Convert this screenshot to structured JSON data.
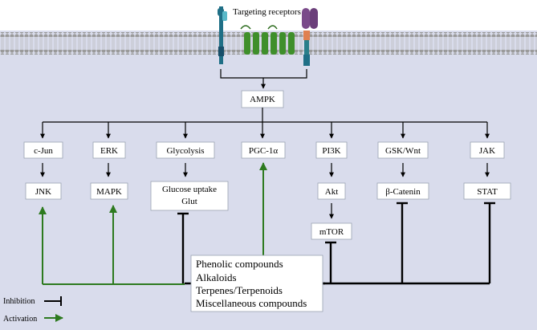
{
  "colors": {
    "background": "#d9dcec",
    "membrane_head": "#9a9a9a",
    "inhibition": "#000000",
    "activation": "#2d7a1f",
    "receptor_green": "#3f8f2b",
    "receptor_teal": "#1f6f86",
    "receptor_purple": "#7a4a8a",
    "receptor_orange": "#e08050"
  },
  "header": {
    "receptor_label": "Targeting receptors"
  },
  "hub": {
    "label": "AMPK"
  },
  "pathways": {
    "cjun": "c-Jun",
    "jnk": "JNK",
    "erk": "ERK",
    "mapk": "MAPK",
    "glycolysis": "Glycolysis",
    "glucose_line1": "Glucose uptake",
    "glucose_line2": "Glut",
    "pgc": "PGC-1α",
    "pi3k": "PI3K",
    "akt": "Akt",
    "mtor": "mTOR",
    "gsk": "GSK/Wnt",
    "catenin": "β-Catenin",
    "jak": "JAK",
    "stat": "STAT"
  },
  "compounds": [
    "Phenolic compounds",
    "Alkaloids",
    "Terpenes/Terpenoids",
    "Miscellaneous compounds"
  ],
  "legend": {
    "inhibition": "Inhibition",
    "activation": "Activation"
  }
}
